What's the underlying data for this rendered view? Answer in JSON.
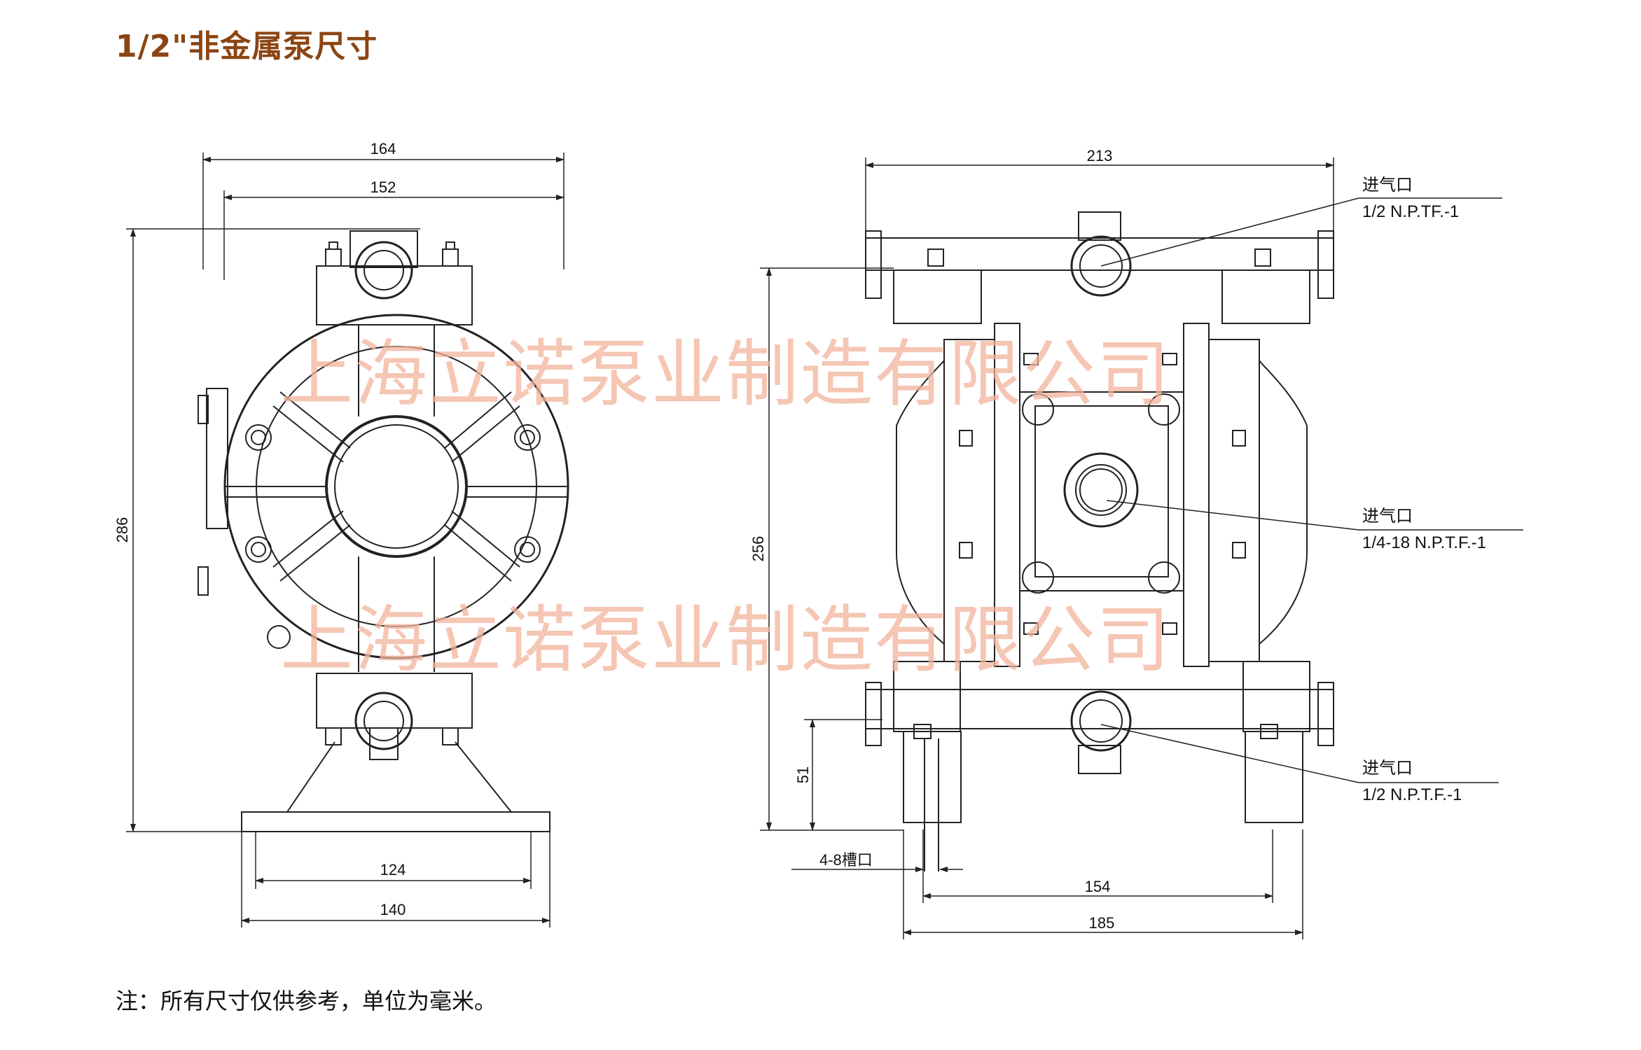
{
  "title": "1/2\"非金属泵尺寸",
  "note": "注：所有尺寸仅供参考，单位为毫米。",
  "watermark": "上海立诺泵业制造有限公司",
  "front_view": {
    "dim_width_total": "164",
    "dim_width_inner": "152",
    "dim_height": "286",
    "dim_base_inner": "124",
    "dim_base_outer": "140"
  },
  "side_view": {
    "dim_width_top": "213",
    "dim_height": "256",
    "dim_foot_height": "51",
    "dim_foot_inner": "154",
    "dim_foot_outer": "185",
    "slot_label": "4-8槽口",
    "port_top_label": "进气口",
    "port_top_spec": "1/2 N.P.TF.-1",
    "port_mid_label": "进气口",
    "port_mid_spec": "1/4-18 N.P.T.F.-1",
    "port_bottom_label": "进气口",
    "port_bottom_spec": "1/2 N.P.T.F.-1"
  },
  "colors": {
    "title": "#8B4513",
    "watermark": "#F2B39C",
    "line": "#222222"
  }
}
